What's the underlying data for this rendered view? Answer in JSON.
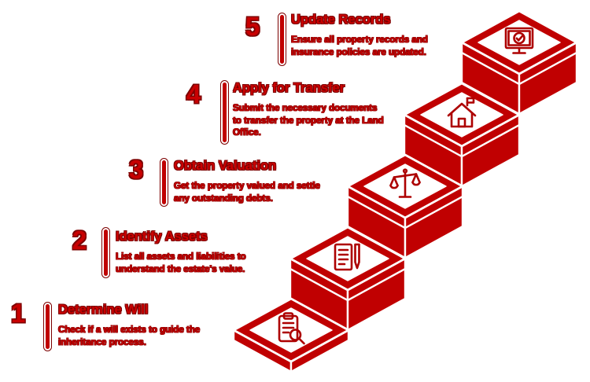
{
  "accent": {
    "red": "#c00001",
    "dark_red": "#7c0000",
    "icon_red": "#ad0000",
    "background": "#ffffff"
  },
  "steps": [
    {
      "number": "1",
      "title": "Determine Will",
      "description": "Check if a will exists to guide the\ninheritance process.",
      "icon": "clipboard-search-icon"
    },
    {
      "number": "2",
      "title": "Identify Assets",
      "description": "List all assets and liabilities to\nunderstand the estate's value.",
      "icon": "document-pen-icon"
    },
    {
      "number": "3",
      "title": "Obtain Valuation",
      "description": "Get the property valued and settle\nany outstanding debts.",
      "icon": "balance-scale-icon"
    },
    {
      "number": "4",
      "title": "Apply for Transfer",
      "description": "Submit the necessary documents\nto transfer the property at the Land\nOffice.",
      "icon": "house-flag-icon"
    },
    {
      "number": "5",
      "title": "Update Records",
      "description": "Ensure all property records and\ninsurance policies are updated.",
      "icon": "monitor-check-icon"
    }
  ]
}
